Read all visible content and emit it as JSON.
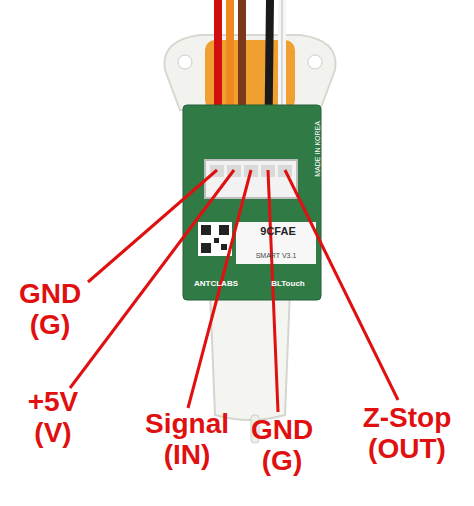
{
  "diagram": {
    "labels": [
      "GND (G)",
      "+5V (V)",
      "Signal (IN)",
      "GND (G)",
      "Z-Stop (OUT)",
      "9CFAE",
      "SMART V3.1",
      "ANTCLABS",
      "BLTouch",
      "MADE IN KOREA"
    ]
  }
}
